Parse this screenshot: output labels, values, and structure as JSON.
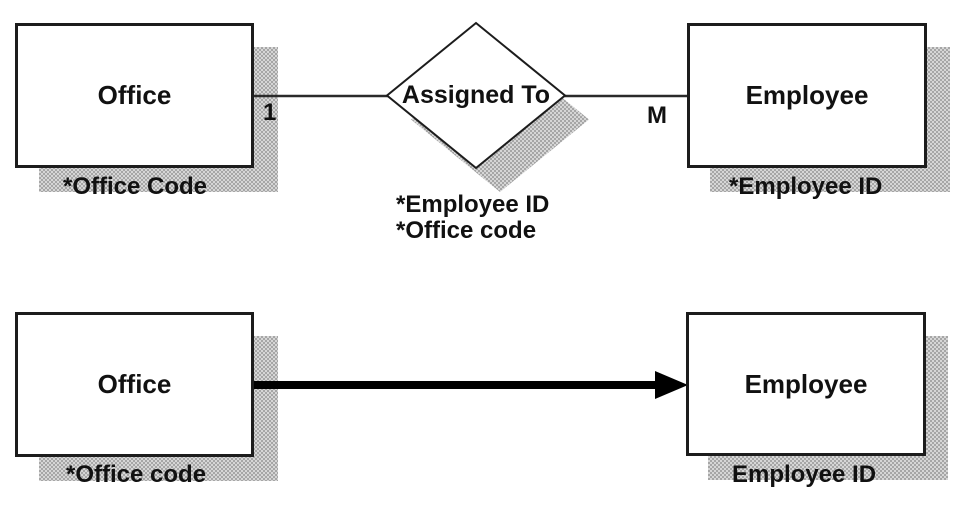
{
  "colors": {
    "background": "#ffffff",
    "box_border": "#1c1c1c",
    "text": "#111111",
    "shadow_dark": "#a6a6a6",
    "shadow_light": "#d6d6d6",
    "connector": "#2a2a2a",
    "arrow": "#000000"
  },
  "er_model": {
    "office": {
      "name": "Office",
      "key_attribute": "*Office Code",
      "cardinality": "1"
    },
    "relationship": {
      "name": "Assigned To",
      "attributes": [
        "*Employee ID",
        "*Office code"
      ]
    },
    "employee": {
      "name": "Employee",
      "key_attribute": "*Employee ID",
      "cardinality": "M"
    }
  },
  "physical_model": {
    "office": {
      "name": "Office",
      "key_attribute": "*Office code"
    },
    "employee": {
      "name": "Employee",
      "key_attribute": "Employee ID"
    }
  }
}
